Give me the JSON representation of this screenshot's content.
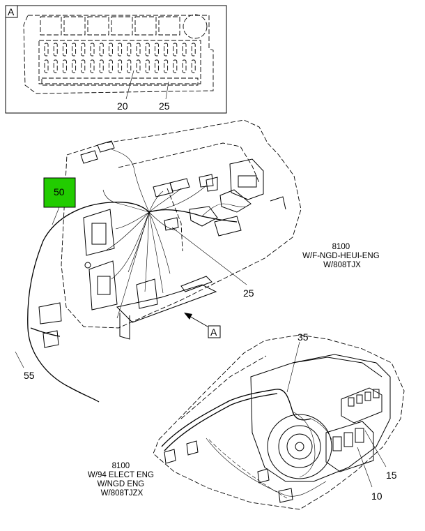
{
  "inset": {
    "letter": "A",
    "callout_20": "20",
    "callout_25": "25"
  },
  "callouts": {
    "c50": "50",
    "c25": "25",
    "c55": "55",
    "c35": "35",
    "c15": "15",
    "c10": "10",
    "view_ref": "A"
  },
  "notes": {
    "upper": [
      "8100",
      "W/F-NGD-HEUI-ENG",
      "W/808TJX"
    ],
    "lower": [
      "8100",
      "W/94 ELECT ENG",
      "W/NGD ENG",
      "W/808TJZX"
    ]
  },
  "colors": {
    "highlight": "#22cc00"
  }
}
